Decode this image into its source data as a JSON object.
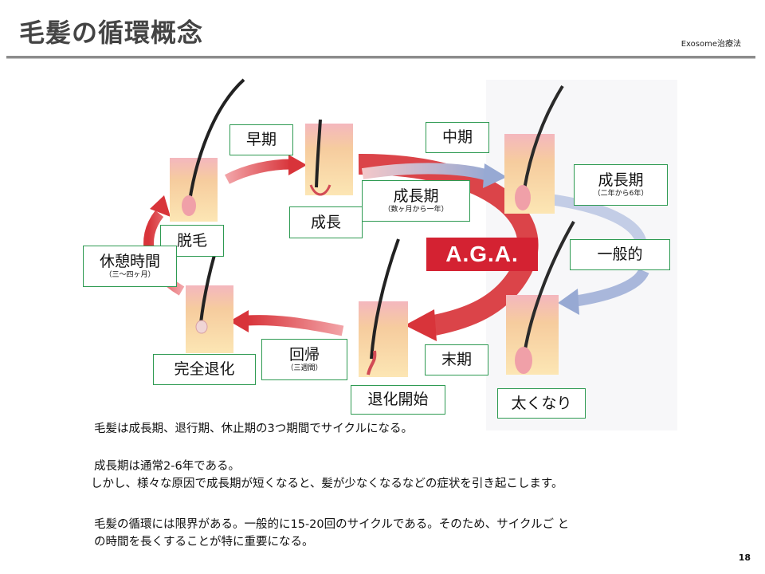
{
  "header": {
    "title": "毛髪の循環概念",
    "brand": "Exosome治療法"
  },
  "aga_badge": "A.G.A.",
  "labels": {
    "early": "早期",
    "middle": "中期",
    "growth_period_right": {
      "main": "成長期",
      "sub": "（二年から6年）"
    },
    "growth_period_center": {
      "main": "成長期",
      "sub": "（数ヶ月から一年）"
    },
    "growth": "成長",
    "shedding": "脱毛",
    "resting": {
      "main": "休憩時間",
      "sub": "（三〜四ヶ月）"
    },
    "general": "一般的",
    "return": {
      "main": "回帰",
      "sub": "（三週間）"
    },
    "late": "末期",
    "complete_regression": "完全退化",
    "regression_start": "退化開始",
    "thickening": "太くなり"
  },
  "paragraphs": {
    "p1": "毛髪は成長期、退行期、休止期の3つ期間でサイクルになる。",
    "p2_line1": "成長期は通常2-6年である。",
    "p2_line2": "しかし、様々な原因で成長期が短くなると、髪が少なくなるなどの症状を引き起こします。",
    "p3_line1": "毛髪の循環には限界がある。一般的に15-20回のサイクルである。そのため、サイクルご と",
    "p3_line2": "の時間を長くすることが特に重要になる。"
  },
  "page_number": "18",
  "colors": {
    "red_arrow": "#d8343a",
    "blue_arrow": "#97a9d3",
    "label_border": "#2e9a52",
    "aga_bg": "#d42232"
  }
}
